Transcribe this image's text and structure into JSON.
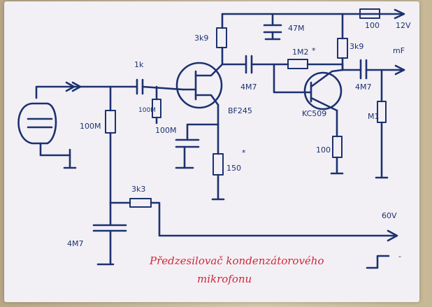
{
  "labels": {
    "r_top": "3k9",
    "c_top": "47M",
    "r_supply": "100",
    "v_supply": "12V",
    "r_q2": "3k9",
    "r_feedback": "1M2",
    "r_feedback_mark": "*",
    "out": "mF",
    "c_in": "1k",
    "r_gate": "100M",
    "r_gate2": "100M",
    "c_src": "4M7",
    "jfet": "BF245",
    "r_source": "150",
    "r_source_mark": "*",
    "c_out": "4M7",
    "bjt": "KC509",
    "r_emit": "100",
    "r_out": "M1",
    "r_mic": "100M",
    "r_bias": "3k3",
    "v_bias": "60V",
    "c_bias": "4M7",
    "gnd_sym": "-",
    "title_line1": "Předzesilovač kondenzátorového",
    "title_line2": "mikrofonu"
  }
}
